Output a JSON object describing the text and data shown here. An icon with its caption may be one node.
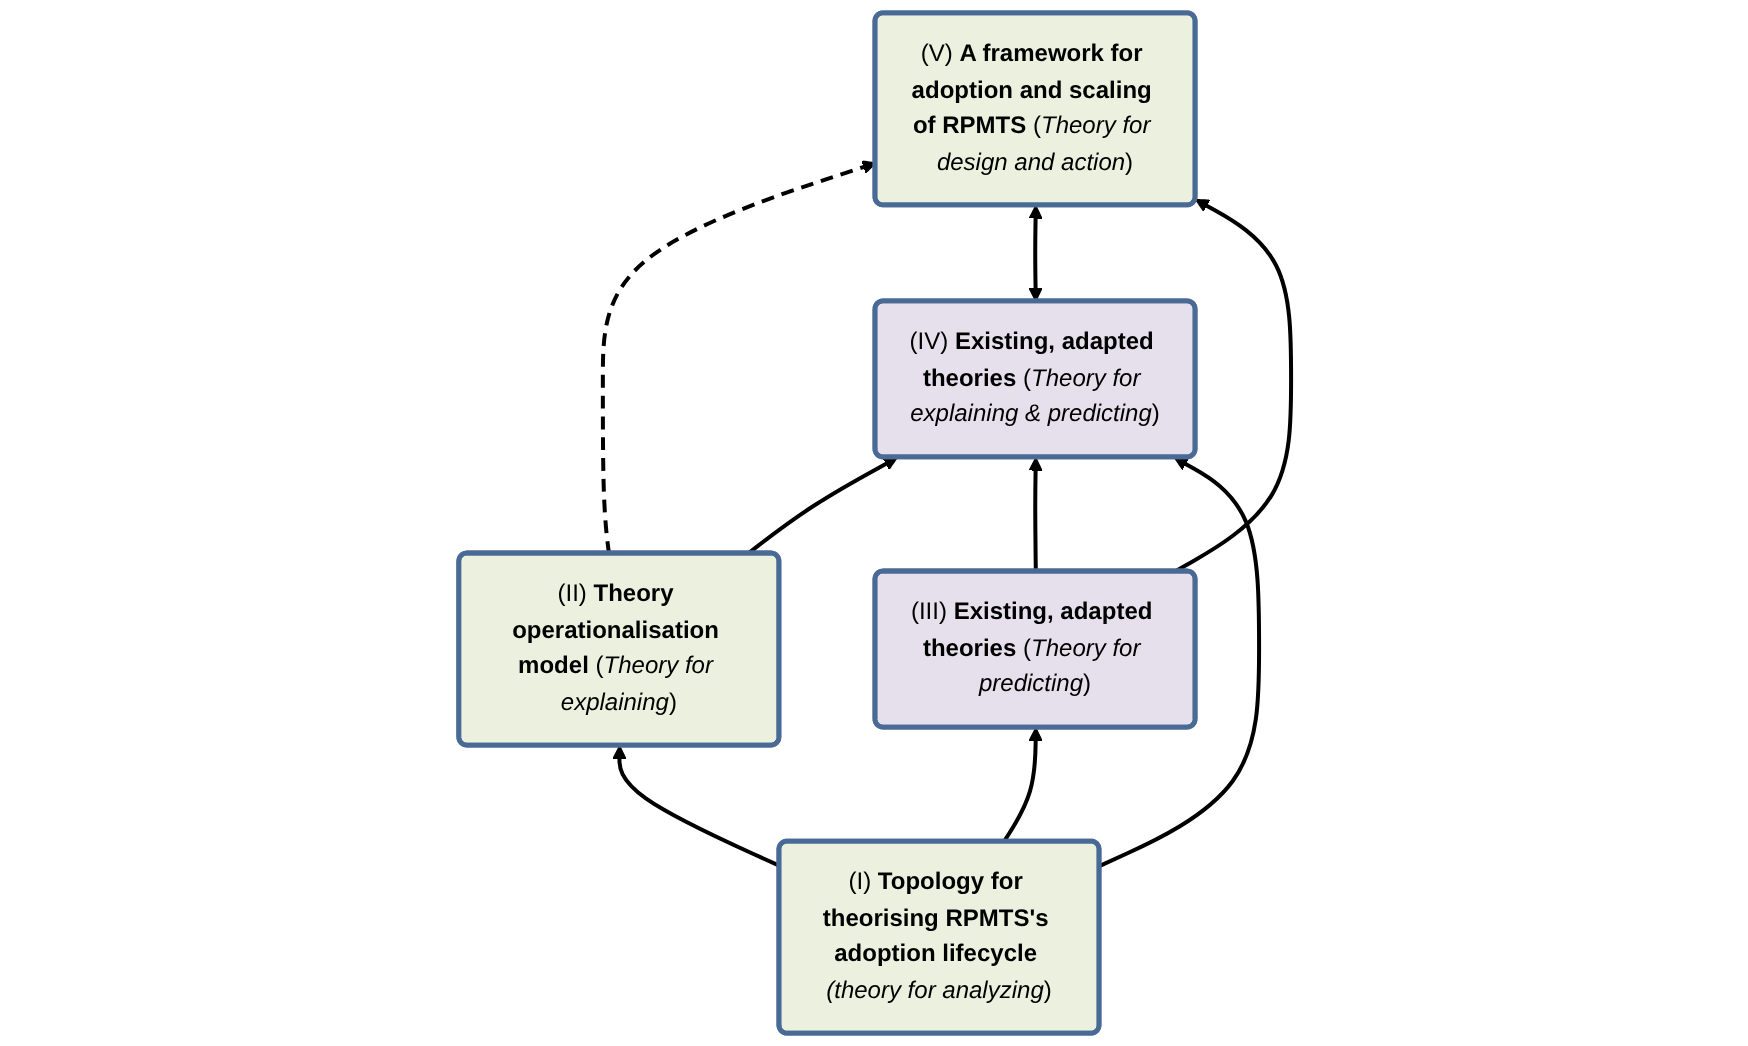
{
  "diagram": {
    "nodes": [
      {
        "text": [
          "(V) **A framework for adoption and scaling of RPMTS** (*Theory for design and action*)"
        ]
      },
      {
        "text": [
          "(II) **Theory operationalisation model** (*Theory for explaining*)"
        ]
      },
      {
        "text": [
          "(IV) **Existing, adapted theories** (*Theory for explaining & predicting*)"
        ]
      },
      {
        "text": [
          "(III) **Existing, adapted theories** (*Theory for predicting*)"
        ]
      },
      {
        "text": [
          "(I) **Topology for theorising RPMTS's adoption lifecycle** *(theory for analyzing*)"
        ]
      }
    ],
    "edges": [
      {
        "from": 1,
        "to": 0,
        "arrow": "to",
        "style": "dashed"
      },
      {
        "from": 2,
        "to": 0,
        "arrow": "both"
      },
      {
        "from": 3,
        "to": 0,
        "arrow": "to"
      },
      {
        "from": 1,
        "to": 2,
        "arrow": "to"
      },
      {
        "from": 3,
        "to": 2,
        "arrow": "to"
      },
      {
        "from": 4,
        "to": 1,
        "arrow": "to"
      },
      {
        "from": 4,
        "to": 2,
        "arrow": "to"
      },
      {
        "from": 4,
        "to": 3,
        "arrow": "to"
      }
    ]
  }
}
